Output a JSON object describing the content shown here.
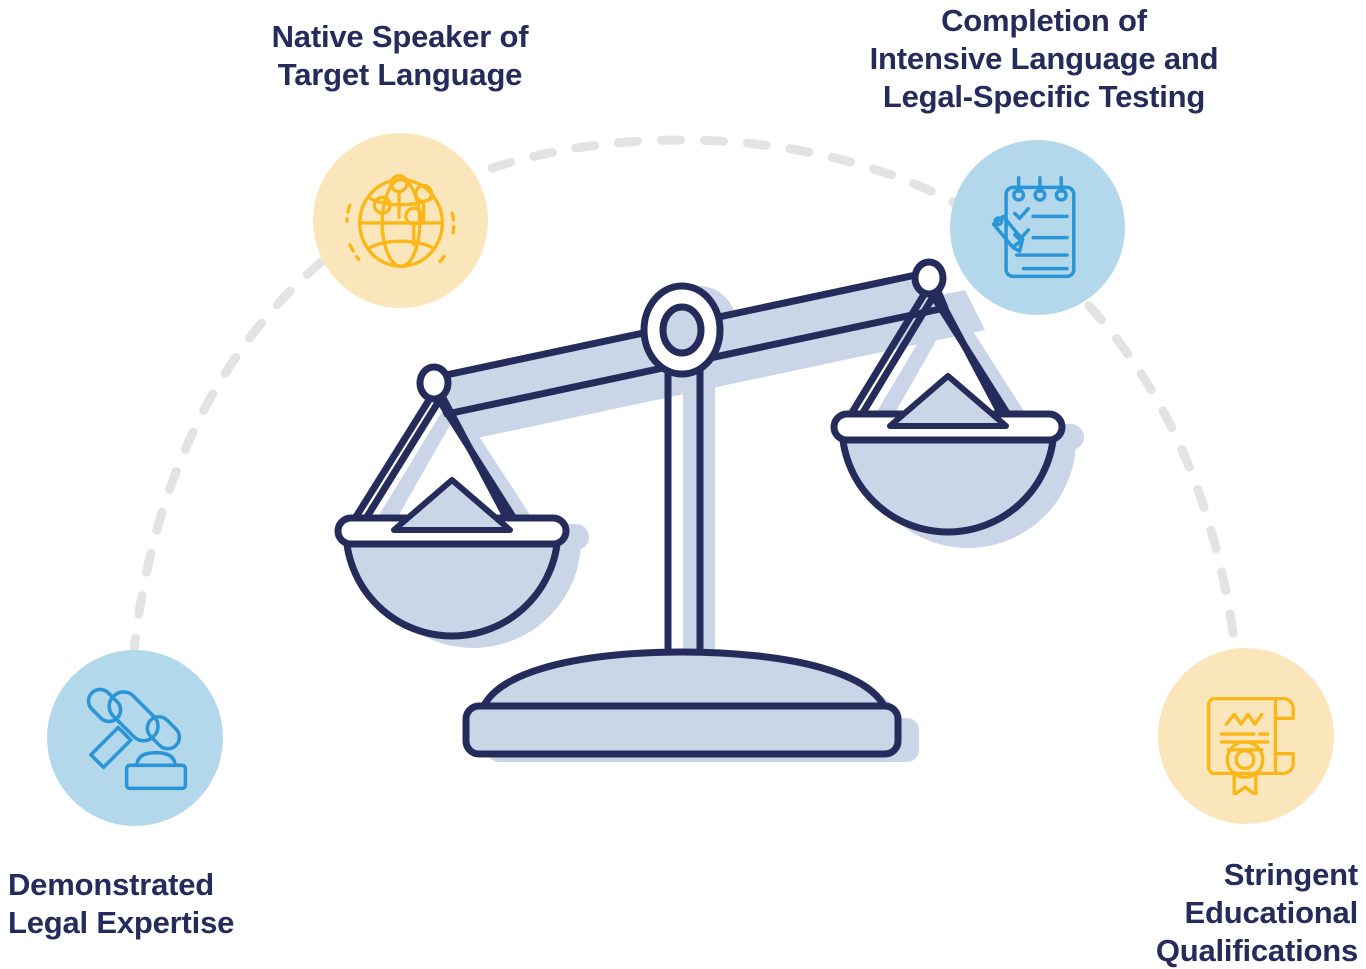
{
  "theme": {
    "background": "#ffffff",
    "text_navy": "#252C5C",
    "accent_yellow": "#F9B818",
    "bubble_yellow": "#FBE6BC",
    "accent_blue": "#2B95D6",
    "bubble_blue": "#B3D8EC",
    "scale_fill": "#CBD5E8",
    "scale_stroke": "#252C5C",
    "dash_gray": "#E3E3E3"
  },
  "diagram": {
    "type": "balance-scale-infographic",
    "center_graphic": "justice-scale",
    "connector": "dashed-arc",
    "nodes": [
      {
        "id": "native-speaker",
        "label": "Native Speaker of\nTarget Language",
        "icon": "globe-network-icon",
        "icon_color": "#F9B818",
        "bubble_color": "#FBE6BC",
        "position": "top-left"
      },
      {
        "id": "language-testing",
        "label": "Completion of\nIntensive Language and\nLegal-Specific Testing",
        "icon": "checklist-pencil-icon",
        "icon_color": "#2B95D6",
        "bubble_color": "#B3D8EC",
        "position": "top-right"
      },
      {
        "id": "legal-expertise",
        "label": "Demonstrated\nLegal Expertise",
        "icon": "gavel-icon",
        "icon_color": "#2B95D6",
        "bubble_color": "#B3D8EC",
        "position": "bottom-left"
      },
      {
        "id": "education",
        "label": "Stringent\nEducational\nQualifications",
        "icon": "diploma-certificate-icon",
        "icon_color": "#F9B818",
        "bubble_color": "#FBE6BC",
        "position": "bottom-right"
      }
    ]
  }
}
